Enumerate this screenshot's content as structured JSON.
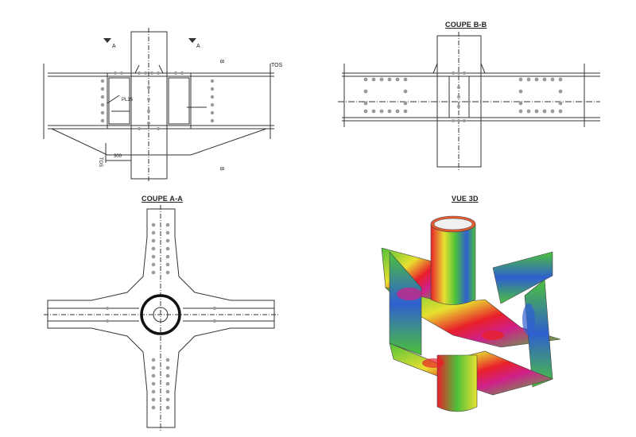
{
  "titles": {
    "section_bb": "COUPE B-B",
    "section_aa": "COUPE A-A",
    "view_3d": "VUE 3D"
  },
  "labels": {
    "cut_a_left": "A",
    "cut_a_right": "A",
    "cut_b_top": "B",
    "cut_b_bottom": "B",
    "plate": "PL15",
    "dimension": "300",
    "elevation": "TOS",
    "left_mark": "TOS"
  },
  "colors": {
    "line": "#333333",
    "bolt": "#9a9a9a",
    "fea_red": "#e8202a",
    "fea_green": "#4cc23a",
    "fea_blue": "#2f5fd0",
    "fea_yellow": "#e8e030",
    "fea_magenta": "#d0208a"
  }
}
